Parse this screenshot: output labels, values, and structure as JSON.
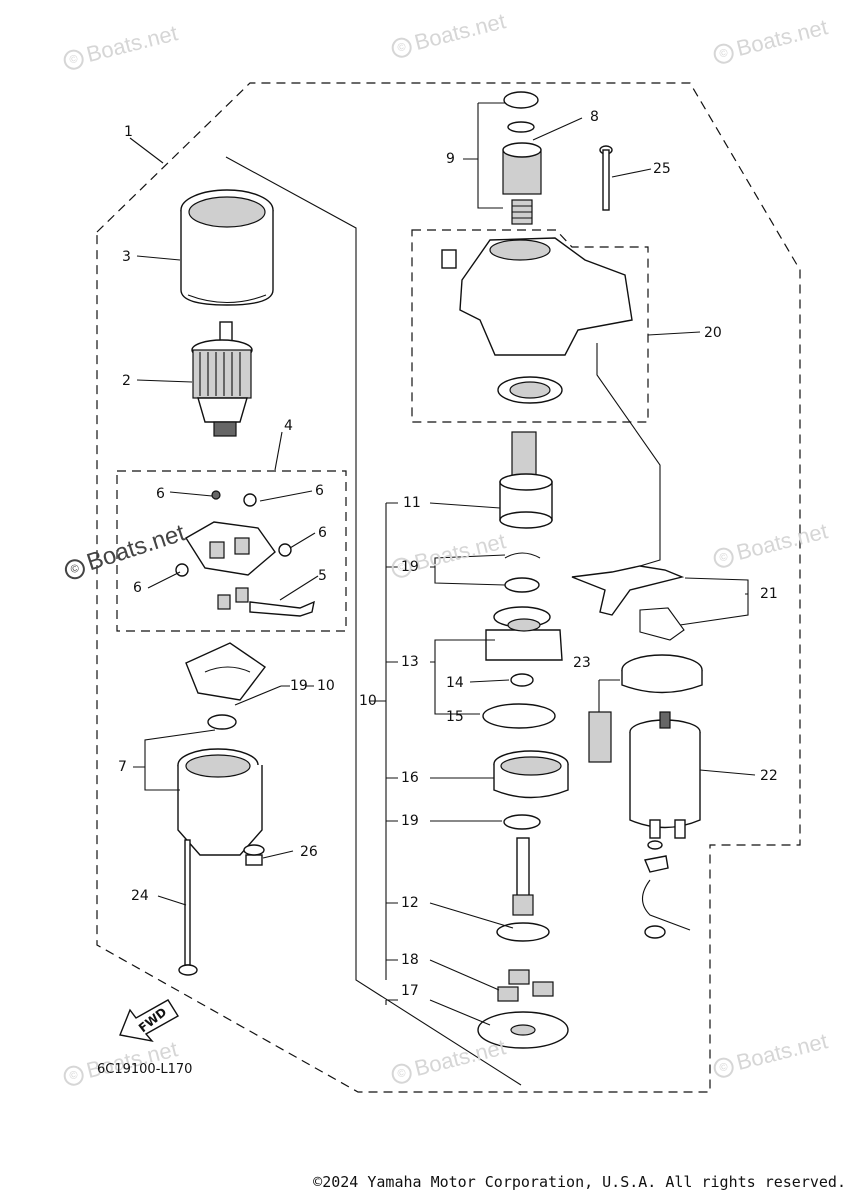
{
  "watermark_text": "Boats.net",
  "watermark_symbol": "©",
  "diagram_code": "6C19100-L170",
  "fwd_label": "FWD",
  "copyright": "©2024 Yamaha Motor Corporation, U.S.A. All rights reserved.",
  "callouts": {
    "c1": "1",
    "c2": "2",
    "c3": "3",
    "c4": "4",
    "c5": "5",
    "c6a": "6",
    "c6b": "6",
    "c6c": "6",
    "c6d": "6",
    "c7": "7",
    "c8": "8",
    "c9": "9",
    "c10a": "10",
    "c10b": "10",
    "c11": "11",
    "c12": "12",
    "c13": "13",
    "c14": "14",
    "c15": "15",
    "c16": "16",
    "c17": "17",
    "c18": "18",
    "c19a": "19",
    "c19b": "19",
    "c19c": "19",
    "c20": "20",
    "c21": "21",
    "c22": "22",
    "c23": "23",
    "c24": "24",
    "c25": "25",
    "c26": "26"
  },
  "colors": {
    "line": "#111111",
    "watermark": "#d6d6d6",
    "background": "#ffffff"
  }
}
